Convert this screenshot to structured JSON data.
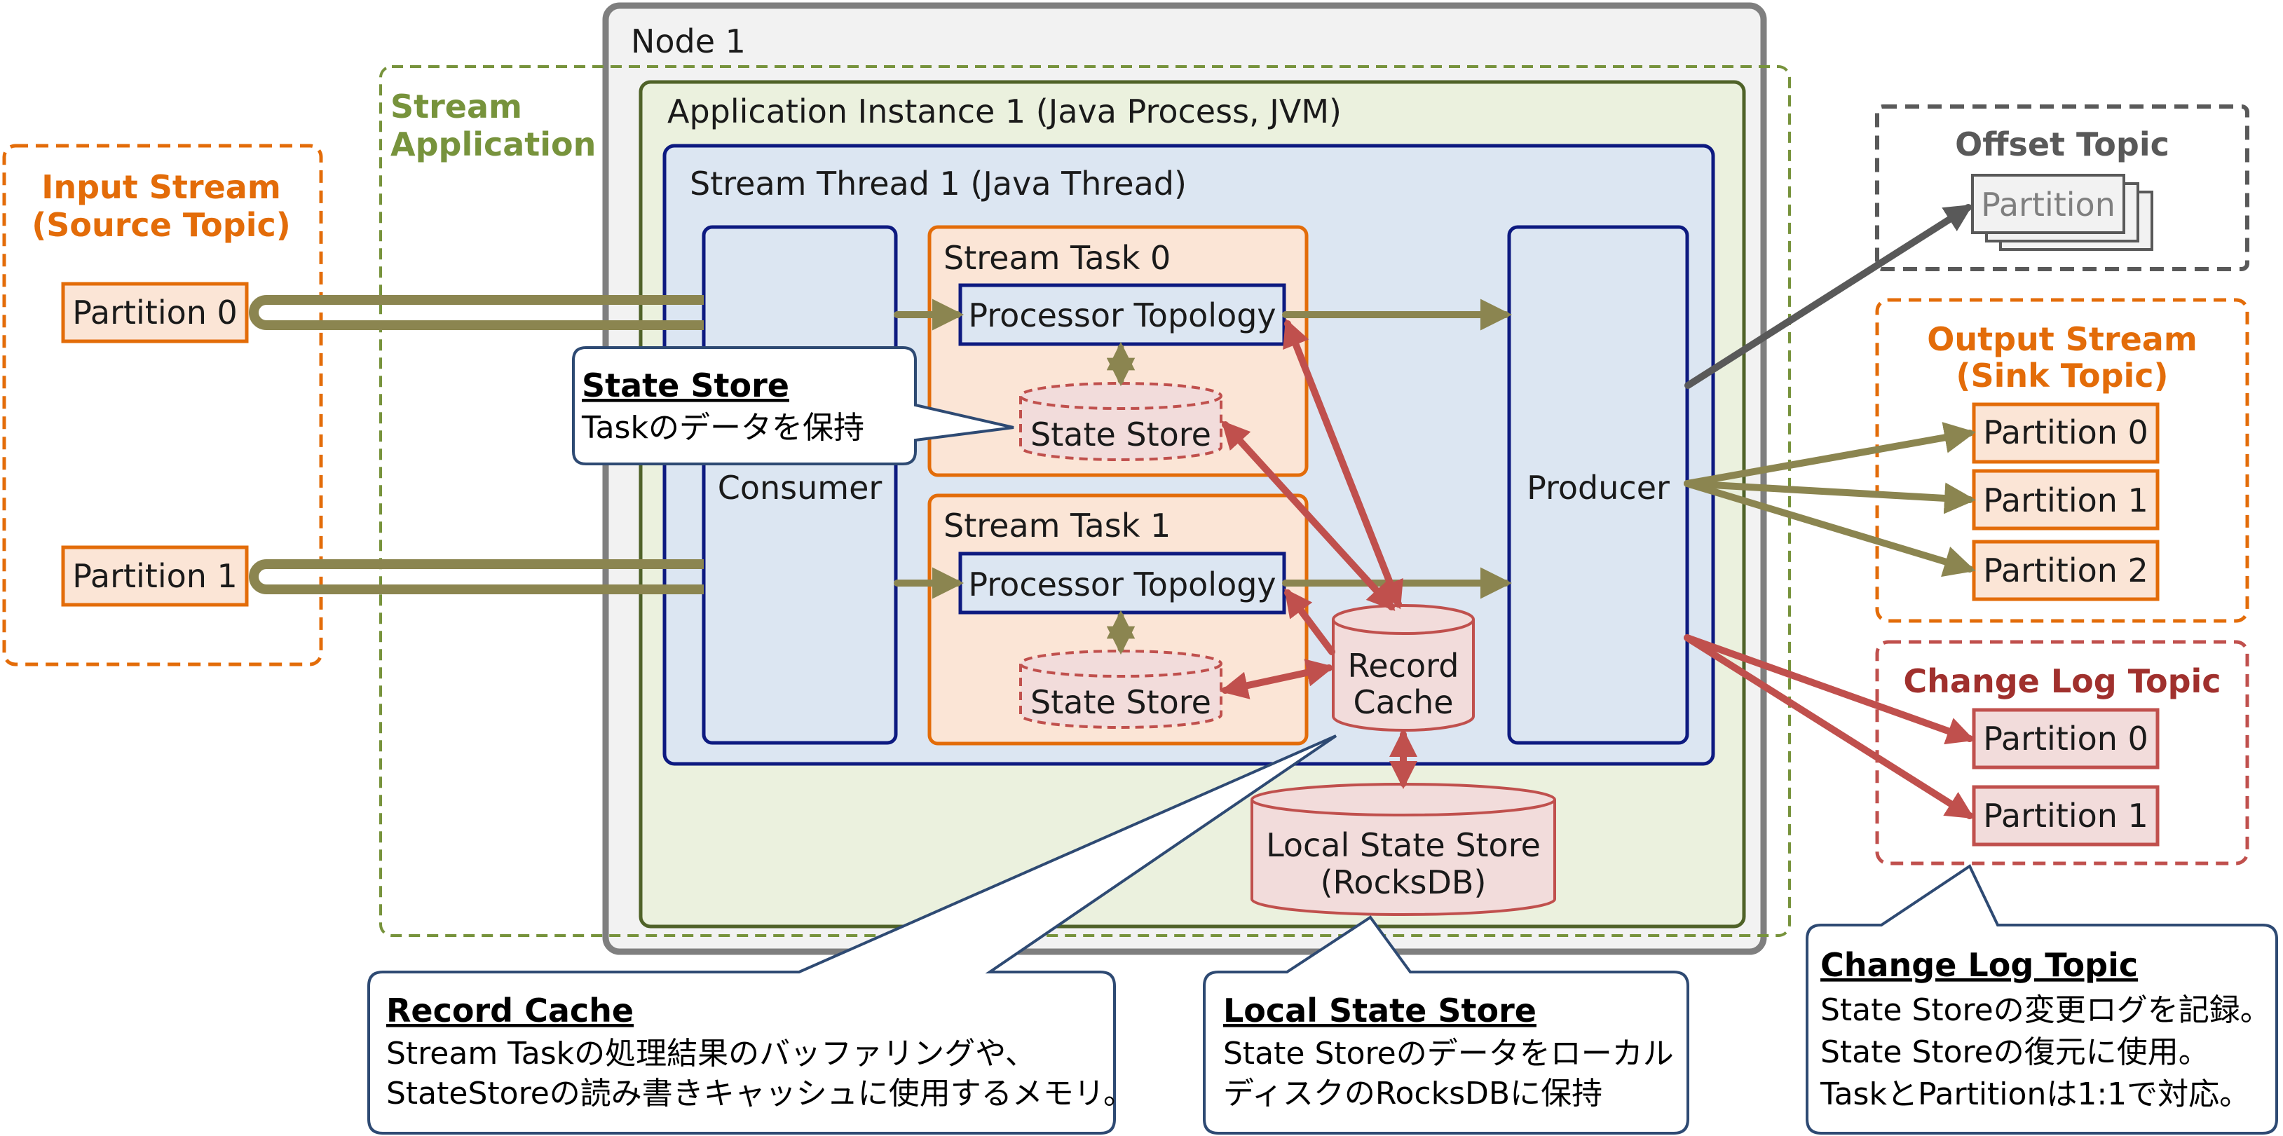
{
  "colors": {
    "olive": "#8b8550",
    "red": "#c0504d",
    "orange": "#e36c09",
    "navy": "#1f2d8a",
    "slate": "#3a5a80",
    "gray": "#7a7a7a",
    "stream_green": "#77933c",
    "task_fill": "#fbe5d6",
    "thread_fill": "#dce6f2",
    "instance_fill": "#ebf1de",
    "node_fill": "#f2f2f2",
    "red_fill": "#f2dcdb"
  },
  "input_stream": {
    "title_line1": "Input Stream",
    "title_line2": "(Source Topic)",
    "partitions": [
      "Partition 0",
      "Partition 1"
    ]
  },
  "stream_application": {
    "line1": "Stream",
    "line2": "Application"
  },
  "node": {
    "label": "Node 1"
  },
  "app_instance": {
    "label": "Application Instance 1 (Java Process, JVM)"
  },
  "stream_thread": {
    "label": "Stream Thread 1 (Java Thread)"
  },
  "consumer": {
    "label": "Consumer"
  },
  "producer": {
    "label": "Producer"
  },
  "tasks": [
    {
      "label": "Stream Task 0",
      "topology": "Processor Topology",
      "store": "State Store"
    },
    {
      "label": "Stream Task 1",
      "topology": "Processor Topology",
      "store": "State Store"
    }
  ],
  "record_cache": {
    "line1": "Record",
    "line2": "Cache"
  },
  "local_store": {
    "line1": "Local State Store",
    "line2": "(RocksDB)"
  },
  "offset_topic": {
    "title": "Offset Topic",
    "partition": "Partition"
  },
  "output_stream": {
    "title_line1": "Output Stream",
    "title_line2": "(Sink Topic)",
    "partitions": [
      "Partition 0",
      "Partition 1",
      "Partition 2"
    ]
  },
  "changelog_topic": {
    "title": "Change Log Topic",
    "partitions": [
      "Partition 0",
      "Partition 1"
    ]
  },
  "callouts": {
    "state_store": {
      "title": "State Store",
      "lines": [
        "Taskのデータを保持"
      ]
    },
    "record_cache": {
      "title": "Record Cache",
      "lines": [
        "Stream Taskの処理結果のバッファリングや、",
        "StateStoreの読み書きキャッシュに使用するメモリ。"
      ]
    },
    "local_store": {
      "title": "Local State Store",
      "lines": [
        "State Storeのデータをローカル",
        "ディスクのRocksDBに保持"
      ]
    },
    "changelog": {
      "title": "Change Log Topic",
      "lines": [
        "State Storeの変更ログを記録。",
        "State Storeの復元に使用。",
        "TaskとPartitionは1:1で対応。"
      ]
    }
  }
}
